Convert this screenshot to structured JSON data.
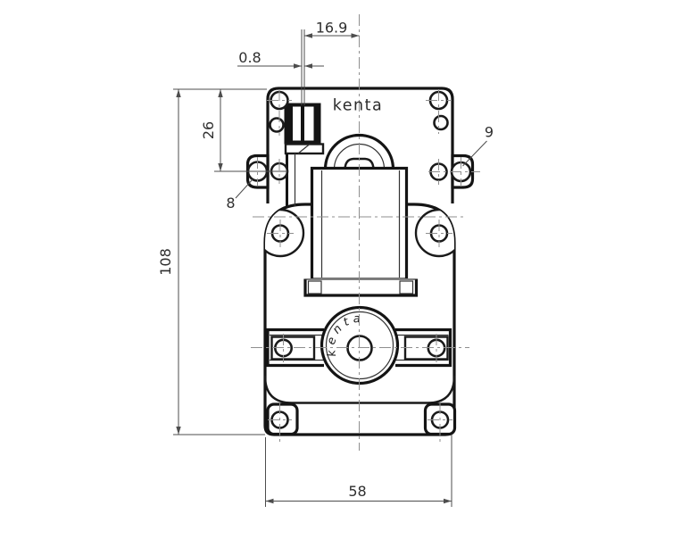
{
  "labels": {
    "housing_brand": "kenta",
    "shaft_brand": "kenta"
  },
  "dims": {
    "shaft_offset": "16.9",
    "wall_gap": "0.8",
    "ear_span": "26",
    "overall_height": "108",
    "left_hole_ref": "8",
    "right_hole_ref": "9",
    "base_width": "58"
  }
}
